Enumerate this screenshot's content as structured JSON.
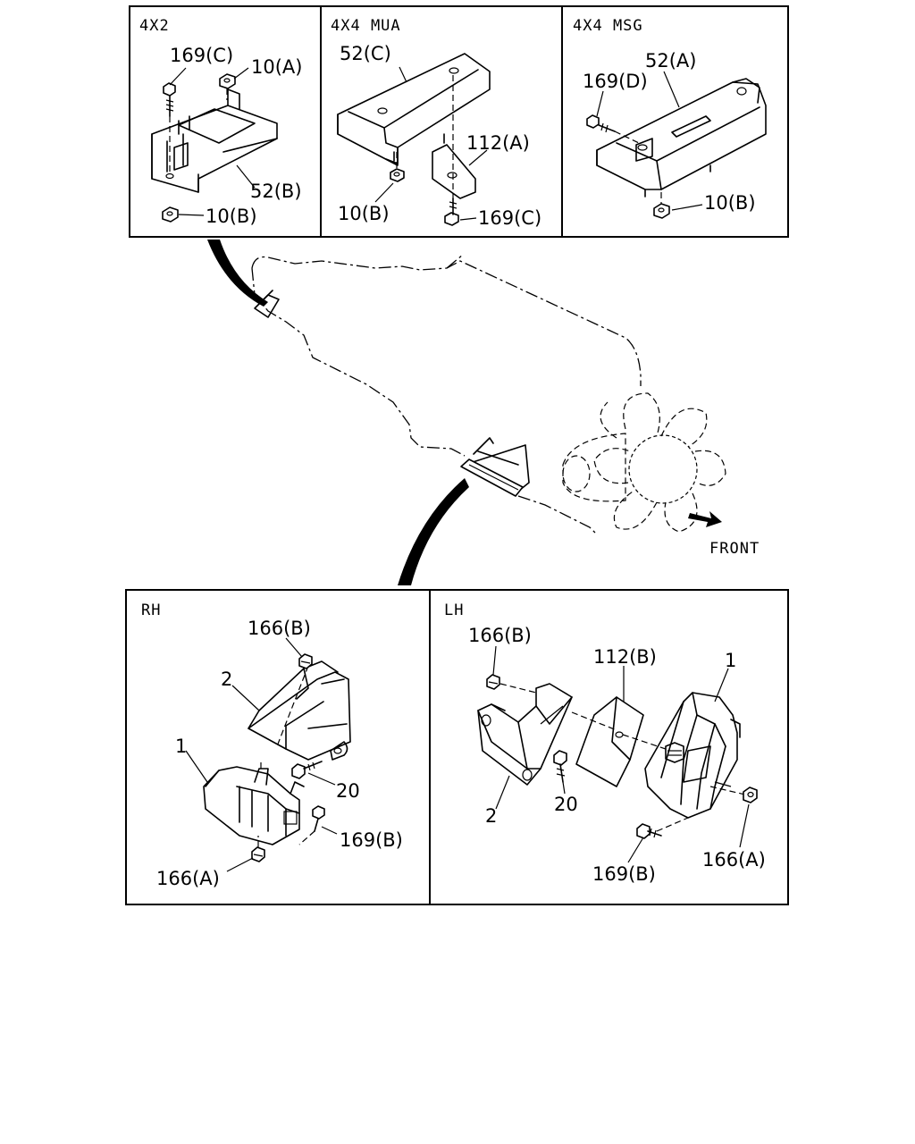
{
  "panels": {
    "p4x2": {
      "title": "4X2",
      "labels": [
        "169(C)",
        "10(A)",
        "52(B)",
        "10(B)"
      ]
    },
    "p4x4mua": {
      "title": "4X4 MUA",
      "labels": [
        "52(C)",
        "112(A)",
        "10(B)",
        "169(C)"
      ]
    },
    "p4x4msg": {
      "title": "4X4 MSG",
      "labels": [
        "52(A)",
        "169(D)",
        "10(B)"
      ]
    },
    "rh": {
      "title": "RH",
      "labels": [
        "166(B)",
        "2",
        "1",
        "20",
        "169(B)",
        "166(A)"
      ]
    },
    "lh": {
      "title": "LH",
      "labels": [
        "166(B)",
        "112(B)",
        "1",
        "2",
        "20",
        "169(B)",
        "166(A)"
      ]
    }
  },
  "front_label": "FRONT"
}
